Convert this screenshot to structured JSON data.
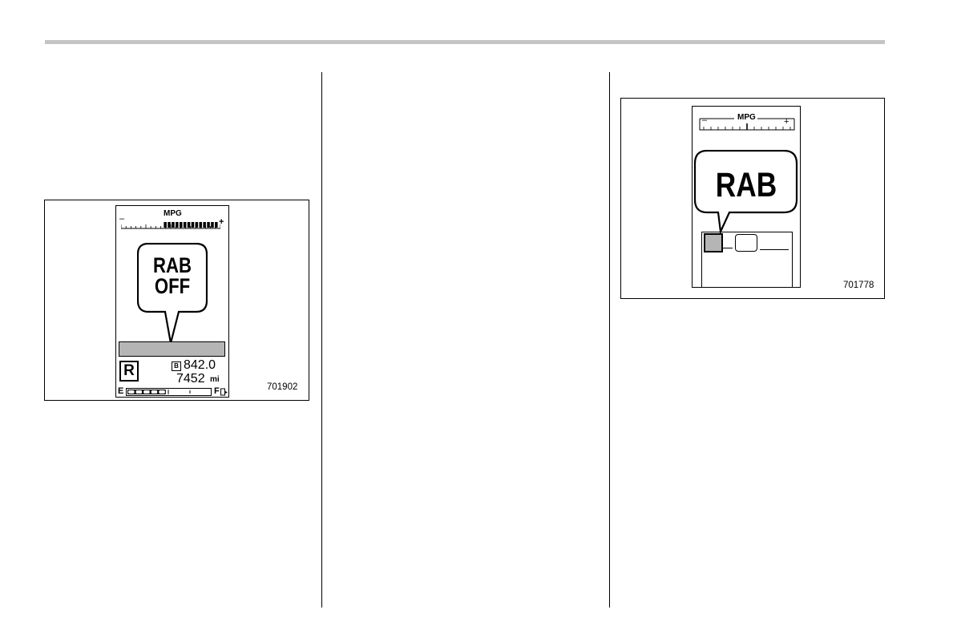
{
  "figure_left": {
    "gauge_label": "MPG",
    "gauge_minus": "–",
    "gauge_plus": "+",
    "mpg_level_fraction": 0.55,
    "bubble_line1": "RAB",
    "bubble_line2": "OFF",
    "gear": "R",
    "trip_marker": "B",
    "trip_value": "842.0",
    "odometer": "7452",
    "odometer_unit": "mi",
    "fuel_empty": "E",
    "fuel_full": "F",
    "fuel_level_fraction": 0.46,
    "figure_number": "701902"
  },
  "figure_right": {
    "gauge_label": "MPG",
    "gauge_minus": "–",
    "gauge_plus": "+",
    "bubble_text": "RAB",
    "figure_number": "701778"
  },
  "colors": {
    "highlight_gray": "#b5b5b5",
    "rule_gray": "#c4c4c4"
  }
}
